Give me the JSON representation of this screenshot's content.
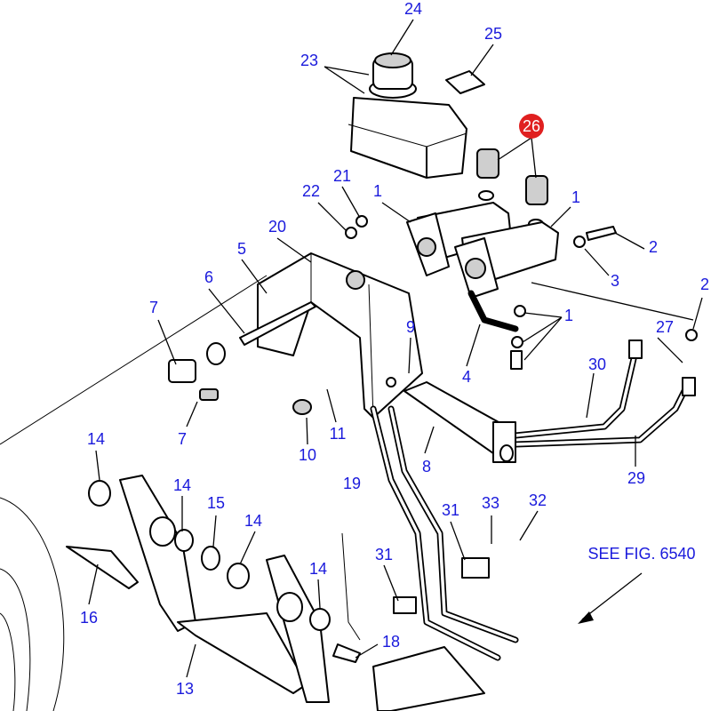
{
  "title": "Brake pedal and master cylinder assembly",
  "highlight_color": "#e02020",
  "label_color": "#1a1adc",
  "labels": [
    "24",
    "25",
    "23",
    "26",
    "21",
    "22",
    "1",
    "1",
    "20",
    "5",
    "2",
    "6",
    "3",
    "2",
    "7",
    "1",
    "9",
    "27",
    "4",
    "30",
    "11",
    "7",
    "10",
    "8",
    "29",
    "14",
    "19",
    "14",
    "15",
    "31",
    "33",
    "32",
    "14",
    "31",
    "14",
    "16",
    "18",
    "13"
  ],
  "reference": "SEE FIG. 6540"
}
